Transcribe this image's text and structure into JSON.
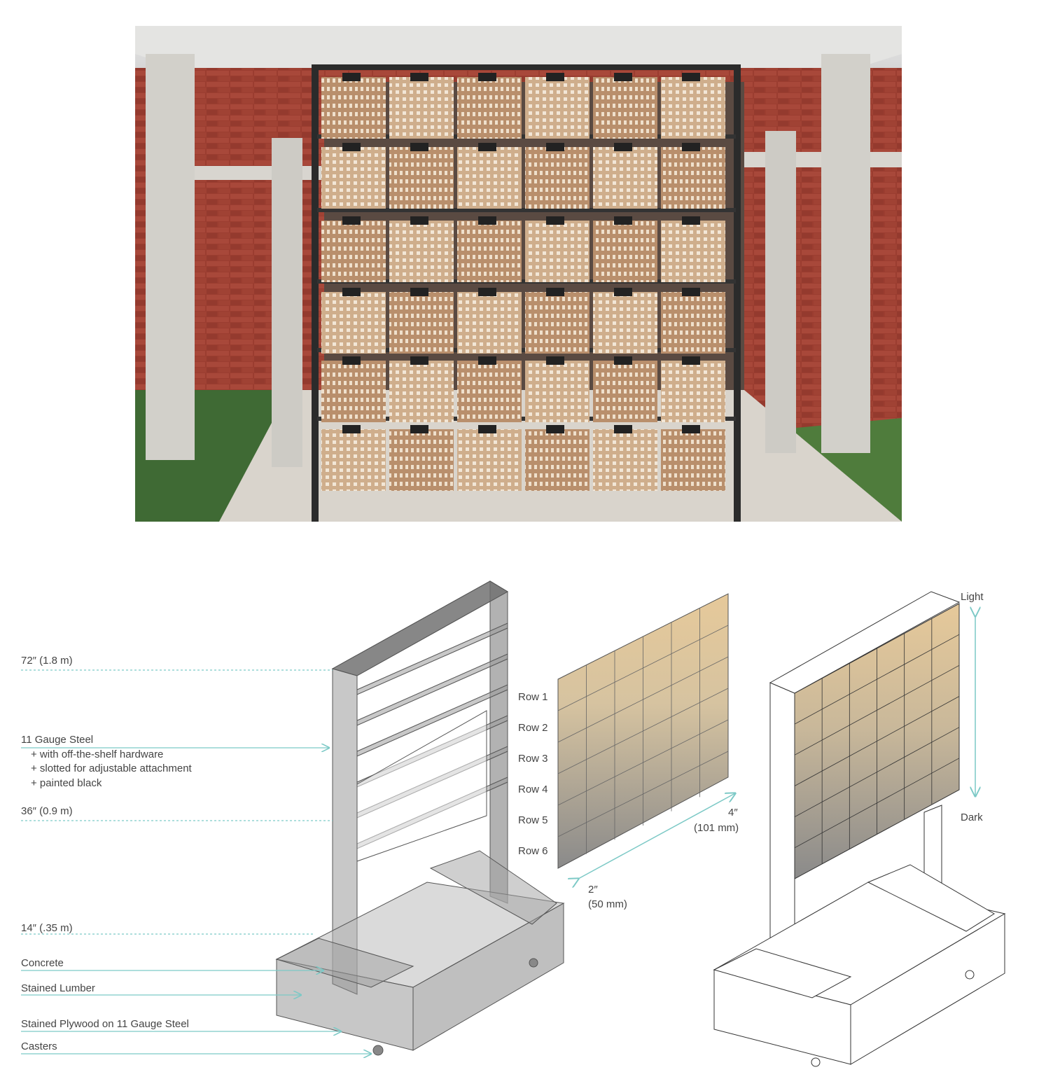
{
  "colors": {
    "accent": "#7cc9c6",
    "light_tile": "#e6c99a",
    "dark_tile": "#8a8a8a",
    "steel": "#8c8c8c"
  },
  "callouts": [
    {
      "text": "72″ (1.8 m)",
      "style": "dashed"
    },
    {
      "text": "11 Gauge Steel",
      "style": "arrow",
      "sub": [
        "+ with off-the-shelf hardware",
        "+ slotted for adjustable attachment",
        "+ painted black"
      ]
    },
    {
      "text": "36″ (0.9 m)",
      "style": "dashed"
    },
    {
      "text": "14″ (.35 m)",
      "style": "dashed"
    },
    {
      "text": "Concrete",
      "style": "arrow"
    },
    {
      "text": "Stained Lumber",
      "style": "arrow"
    },
    {
      "text": "Stained Plywood on 11 Gauge Steel",
      "style": "arrow"
    },
    {
      "text": "Casters",
      "style": "arrow"
    }
  ],
  "rows": [
    "Row 1",
    "Row 2",
    "Row 3",
    "Row 4",
    "Row 5",
    "Row 6"
  ],
  "dimensions": {
    "width_in": "4″",
    "width_mm": "(101 mm)",
    "depth_in": "2″",
    "depth_mm": "(50 mm)"
  },
  "gradient": {
    "top_label": "Light",
    "bottom_label": "Dark"
  }
}
